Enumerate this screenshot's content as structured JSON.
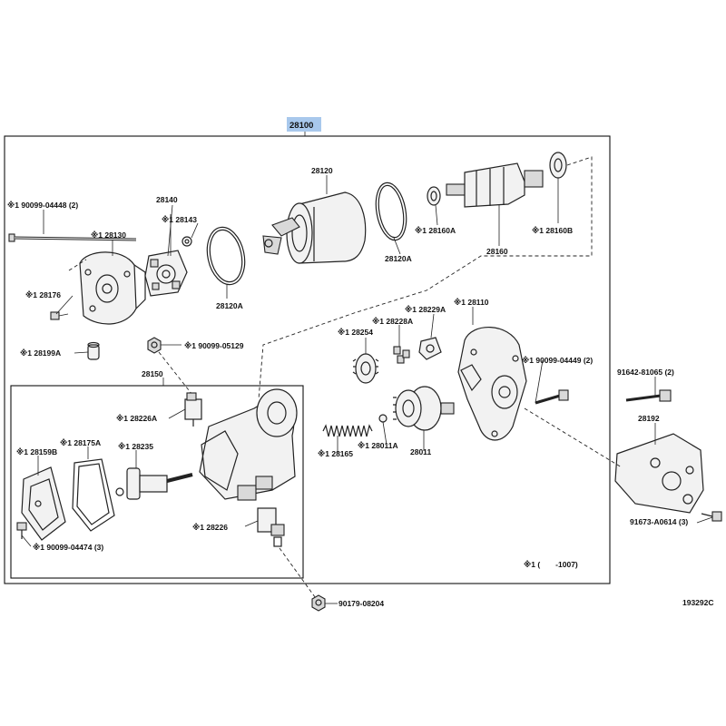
{
  "header": {
    "assembly_number": "28100",
    "highlight_color": "#a8c8ec"
  },
  "parts": {
    "p_90099_04448": "※1 90099-04448 (2)",
    "p_28130": "※1 28130",
    "p_28140": "28140",
    "p_28143": "※1 28143",
    "p_28120": "28120",
    "p_28120A_left": "28120A",
    "p_28120A_right": "28120A",
    "p_28160A": "※1 28160A",
    "p_28160": "28160",
    "p_28160B": "※1 28160B",
    "p_28176": "※1 28176",
    "p_28199A": "※1 28199A",
    "p_90099_05129": "※1 90099-05129",
    "p_28150": "28150",
    "p_28226A": "※1 28226A",
    "p_28175A": "※1 28175A",
    "p_28159B": "※1 28159B",
    "p_28235": "※1 28235",
    "p_28226": "※1 28226",
    "p_90099_04474": "※1 90099-04474 (3)",
    "p_90179_08204": "90179-08204",
    "p_28254": "※1 28254",
    "p_28228A": "※1 28228A",
    "p_28229A": "※1 28229A",
    "p_28110": "※1 28110",
    "p_90099_04449": "※1 90099-04449 (2)",
    "p_91642_81065": "91642-81065 (2)",
    "p_28192": "28192",
    "p_28165": "※1 28165",
    "p_28011A": "※1 28011A",
    "p_28011": "28011",
    "p_91673_A0614": "91673-A0614 (3)"
  },
  "footnote": "※1 (　　-1007)",
  "diagram_code": "193292C"
}
